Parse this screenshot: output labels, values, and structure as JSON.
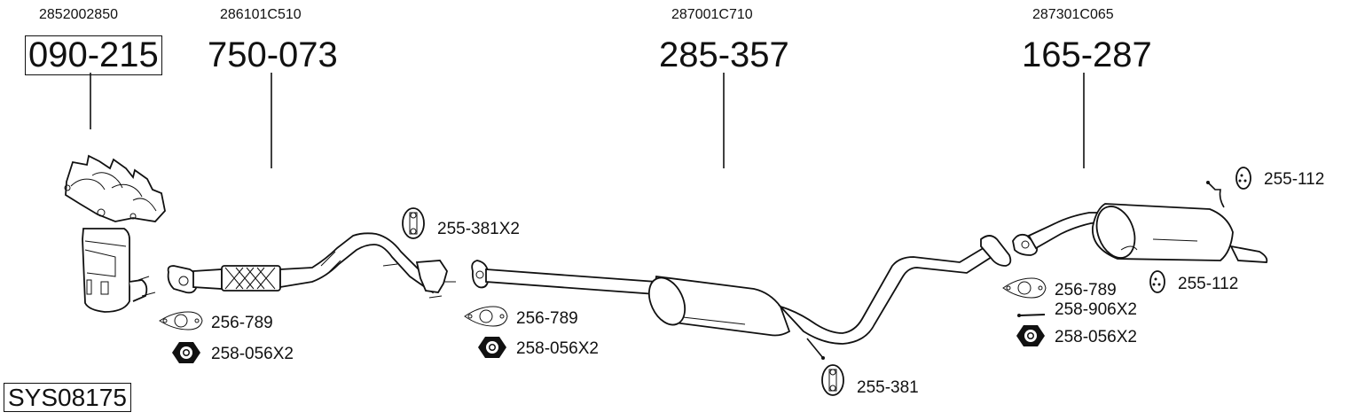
{
  "diagram": {
    "system_code": "SYS08175",
    "parts": [
      {
        "oe_number": "2852002850",
        "part_number": "090-215",
        "description": "manifold-catalytic-converter",
        "boxed": true
      },
      {
        "oe_number": "286101C510",
        "part_number": "750-073",
        "description": "front-pipe-with-flex"
      },
      {
        "oe_number": "287001C710",
        "part_number": "285-357",
        "description": "middle-silencer"
      },
      {
        "oe_number": "287301C065",
        "part_number": "165-287",
        "description": "rear-silencer"
      }
    ],
    "accessories": [
      {
        "label": "256-789",
        "icon": "gasket",
        "group": "catalyst"
      },
      {
        "label": "258-056X2",
        "icon": "nut",
        "group": "catalyst"
      },
      {
        "label": "255-381X2",
        "icon": "rubber-hanger",
        "group": "front-pipe"
      },
      {
        "label": "256-789",
        "icon": "gasket",
        "group": "front-pipe"
      },
      {
        "label": "258-056X2",
        "icon": "nut",
        "group": "front-pipe"
      },
      {
        "label": "255-381",
        "icon": "rubber-hanger",
        "group": "middle-silencer"
      },
      {
        "label": "255-112",
        "icon": "rubber-ring",
        "group": "rear-silencer-top"
      },
      {
        "label": "256-789",
        "icon": "gasket",
        "group": "rear-silencer"
      },
      {
        "label": "258-906X2",
        "icon": "bolt",
        "group": "rear-silencer"
      },
      {
        "label": "258-056X2",
        "icon": "nut",
        "group": "rear-silencer"
      },
      {
        "label": "255-112",
        "icon": "rubber-ring",
        "group": "rear-silencer-bottom"
      }
    ]
  }
}
